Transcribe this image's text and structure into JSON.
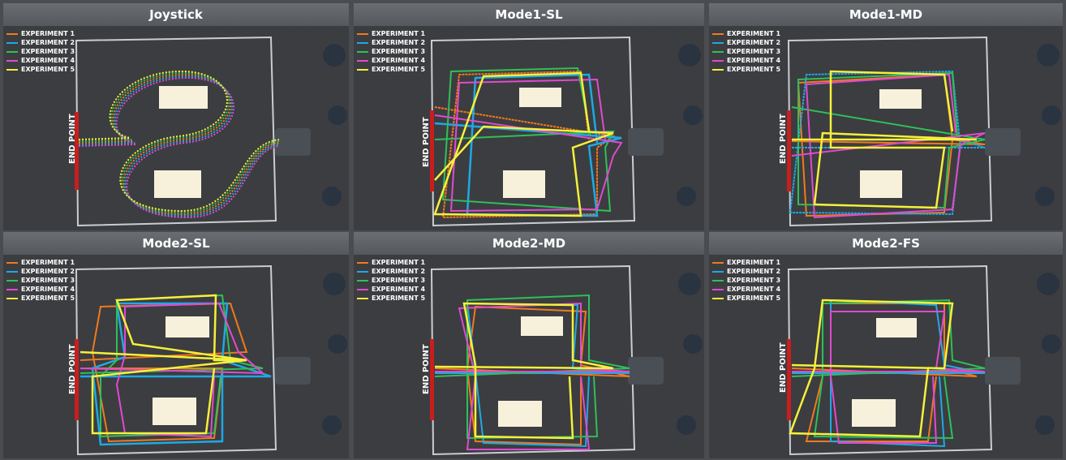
{
  "panels": [
    {
      "title": "Joystick",
      "endpoint": "END POINT"
    },
    {
      "title": "Mode1-SL",
      "endpoint": "END POINT"
    },
    {
      "title": "Mode1-MD",
      "endpoint": "END POINT"
    },
    {
      "title": "Mode2-SL",
      "endpoint": "END POINT"
    },
    {
      "title": "Mode2-MD",
      "endpoint": "END POINT"
    },
    {
      "title": "Mode2-FS",
      "endpoint": "END POINT"
    }
  ],
  "legend": [
    {
      "label": "EXPERIMENT 1",
      "color": "#f07a1e"
    },
    {
      "label": "EXPERIMENT 2",
      "color": "#1ea9e6"
    },
    {
      "label": "EXPERIMENT 3",
      "color": "#2fbf5a"
    },
    {
      "label": "EXPERIMENT 4",
      "color": "#e04ad0"
    },
    {
      "label": "EXPERIMENT 5",
      "color": "#f6f03a"
    }
  ],
  "colors": {
    "floor": "#3c3d40",
    "border_line": "#c9cdd2",
    "endpoint_bar": "#c81e1e",
    "obstacle": "#f7f1dc",
    "title_bg": "#5f6266"
  }
}
